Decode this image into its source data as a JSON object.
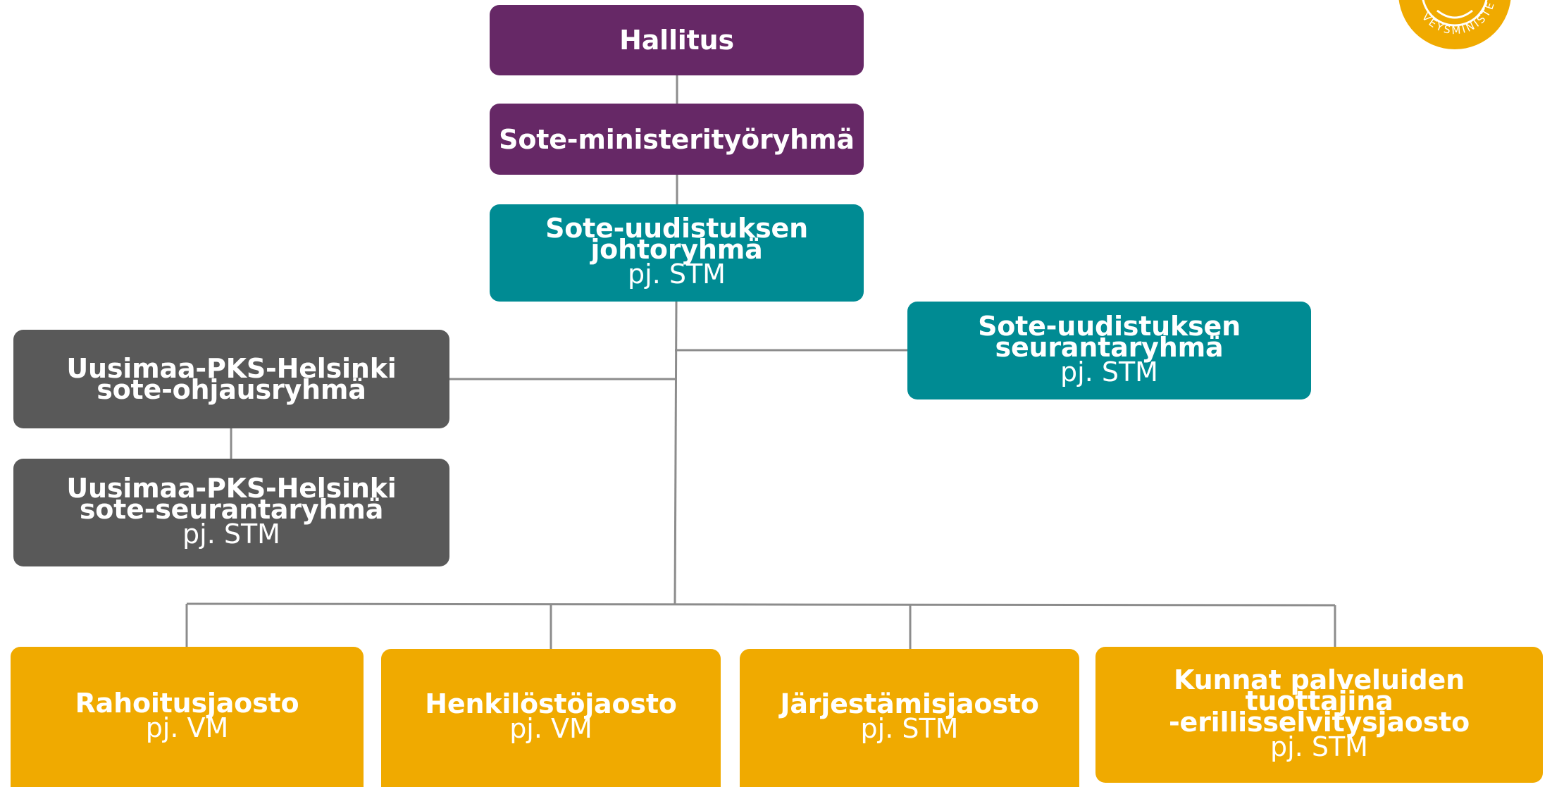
{
  "nodes": {
    "hallitus": {
      "title": [
        "Hallitus"
      ],
      "sub": ""
    },
    "ministeri": {
      "title": [
        "Sote-ministerityöryhmä"
      ],
      "sub": ""
    },
    "johto": {
      "title": [
        "Sote-uudistuksen",
        "johtoryhmä"
      ],
      "sub": "pj. STM"
    },
    "seuranta": {
      "title": [
        "Sote-uudistuksen",
        "seurantaryhmä"
      ],
      "sub": "pj. STM"
    },
    "uusimaa_ohjaus": {
      "title": [
        "Uusimaa-PKS-Helsinki",
        "sote-ohjausryhmä"
      ],
      "sub": ""
    },
    "uusimaa_seuranta": {
      "title": [
        "Uusimaa-PKS-Helsinki",
        "sote-seurantaryhmä"
      ],
      "sub": "pj. STM"
    },
    "rahoitus": {
      "title": [
        "Rahoitusjaosto"
      ],
      "sub": "pj. VM"
    },
    "henkilosto": {
      "title": [
        "Henkilöstöjaosto"
      ],
      "sub": "pj. VM"
    },
    "jarjestamis": {
      "title": [
        "Järjestämisjaosto"
      ],
      "sub": "pj. STM"
    },
    "kunnat": {
      "title": [
        "Kunnat palveluiden",
        "tuottajina",
        "-erillisselvitysjaosto"
      ],
      "sub": "pj. STM"
    }
  },
  "logo": {
    "text": "VEYSMINISTE"
  },
  "colors": {
    "purple": "#662866",
    "teal": "#008b93",
    "grey": "#595959",
    "gold": "#f0aa00",
    "connector": "#8c8c8c"
  }
}
